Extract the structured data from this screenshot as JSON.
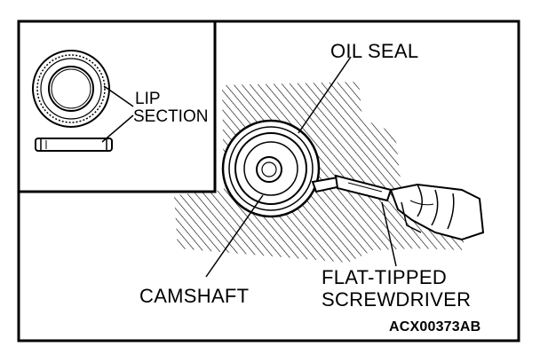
{
  "labels": {
    "oil_seal": "OIL SEAL",
    "lip_line1": "LIP",
    "lip_line2": "SECTION",
    "camshaft": "CAMSHAFT",
    "tool_line1": "FLAT-TIPPED",
    "tool_line2": "SCREWDRIVER",
    "figure_code": "ACX00373AB"
  },
  "colors": {
    "ink": "#000000",
    "paper": "#ffffff"
  }
}
